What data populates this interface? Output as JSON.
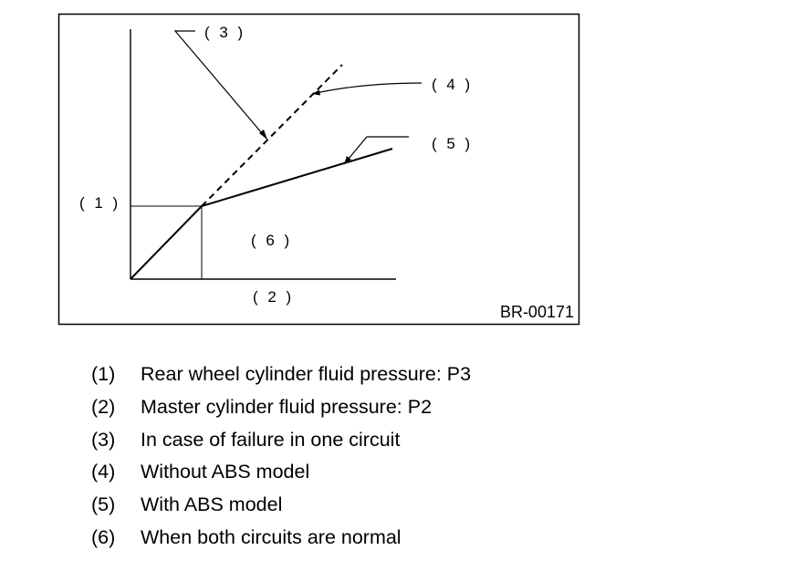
{
  "figure": {
    "id_label": "BR-00171",
    "callouts": {
      "c1": "( 1 )",
      "c2": "( 2 )",
      "c3": "( 3 )",
      "c4": "( 4 )",
      "c5": "( 5 )",
      "c6": "( 6 )"
    }
  },
  "legend": [
    {
      "num": "(1)",
      "text": "Rear wheel cylinder fluid pressure: P3"
    },
    {
      "num": "(2)",
      "text": "Master cylinder fluid pressure: P2"
    },
    {
      "num": "(3)",
      "text": "In case of failure in one circuit"
    },
    {
      "num": "(4)",
      "text": "Without ABS model"
    },
    {
      "num": "(5)",
      "text": "With ABS model"
    },
    {
      "num": "(6)",
      "text": "When both circuits are normal"
    }
  ]
}
